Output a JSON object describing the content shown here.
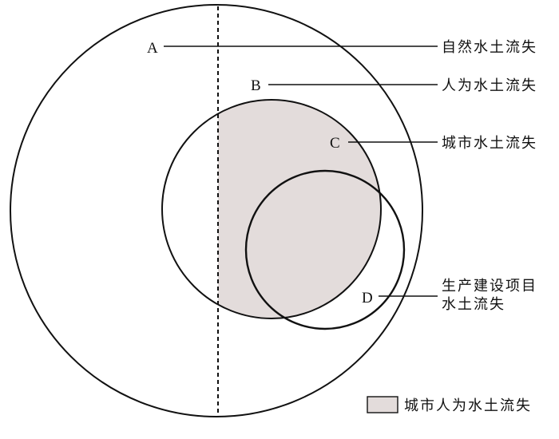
{
  "diagram": {
    "points": {
      "a": "A",
      "b": "B",
      "c": "C",
      "d": "D"
    },
    "labels": {
      "natural": "自然水土流失",
      "human": "人为水土流失",
      "urban": "城市水土流失",
      "construction_line1": "生产建设项目",
      "construction_line2": "水土流失"
    },
    "legend": {
      "label": "城市人为水土流失",
      "swatch_color": "#e3dcdb"
    },
    "colors": {
      "stroke": "#111111",
      "shaded_region": "#e3dcdb"
    }
  }
}
